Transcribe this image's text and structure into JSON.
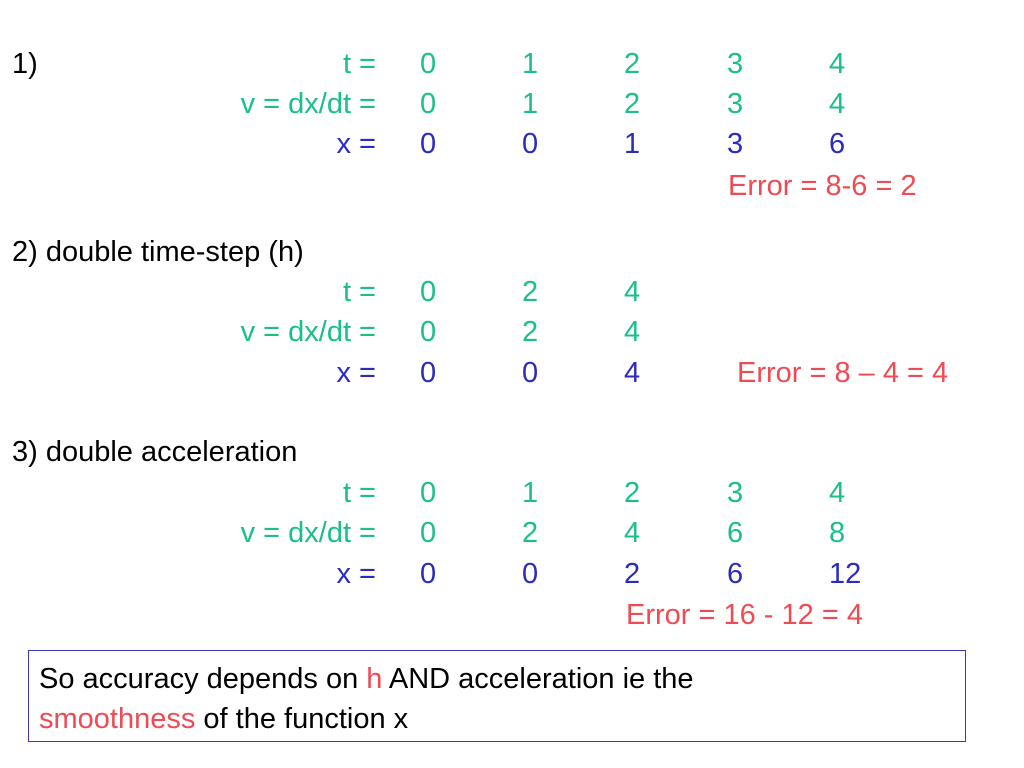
{
  "colors": {
    "text": "#000000",
    "green": "#1abf8c",
    "blue": "#2b2bbf",
    "red": "#ee4b55",
    "box_border": "#3a3ab8"
  },
  "section1": {
    "heading": "1)",
    "t_label": "t =",
    "t_values": [
      "0",
      "1",
      "2",
      "3",
      "4"
    ],
    "v_label": "v = dx/dt =",
    "v_values": [
      "0",
      "1",
      "2",
      "3",
      "4"
    ],
    "x_label": "x =",
    "x_values": [
      "0",
      "0",
      "1",
      "3",
      "6"
    ],
    "error": "Error = 8-6 = 2"
  },
  "section2": {
    "heading": "2) double time-step (h)",
    "t_label": "t =",
    "t_values": [
      "0",
      "2",
      "4"
    ],
    "v_label": "v = dx/dt =",
    "v_values": [
      "0",
      "2",
      "4"
    ],
    "x_label": "x =",
    "x_values": [
      "0",
      "0",
      "4"
    ],
    "error": "Error = 8 – 4 = 4"
  },
  "section3": {
    "heading": "3) double acceleration",
    "t_label": "t =",
    "t_values": [
      "0",
      "1",
      "2",
      "3",
      "4"
    ],
    "v_label": "v = dx/dt =",
    "v_values": [
      "0",
      "2",
      "4",
      "6",
      "8"
    ],
    "x_label": "x =",
    "x_values": [
      "0",
      "0",
      "2",
      "6",
      "12"
    ],
    "error": "Error = 16 - 12 = 4"
  },
  "summary": {
    "line1_a": "So accuracy depends on ",
    "line1_h": "h",
    "line1_b": " AND acceleration ie the",
    "line2_smooth": "smoothness",
    "line2_b": " of the function x"
  }
}
